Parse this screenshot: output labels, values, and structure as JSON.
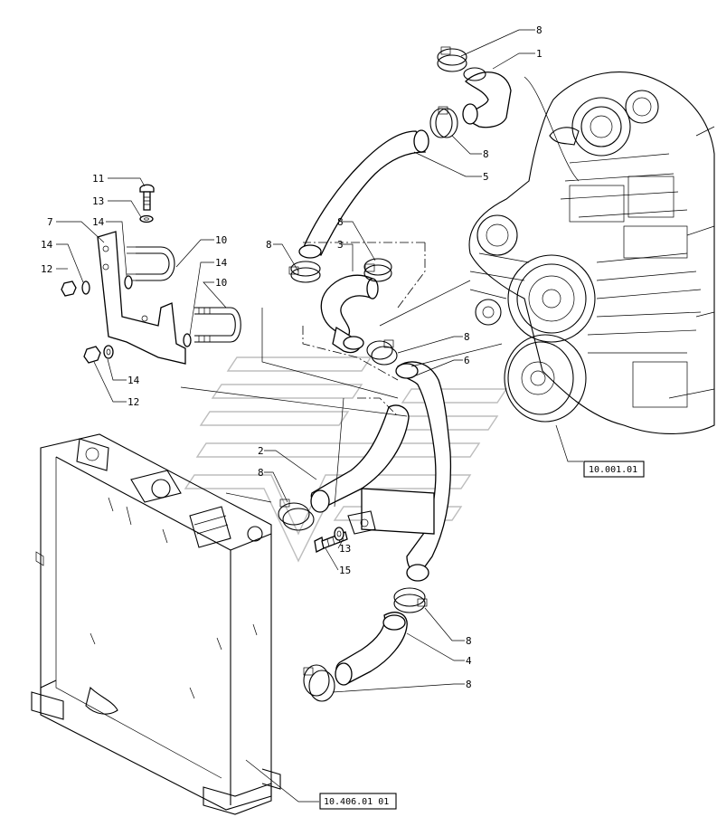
{
  "callouts": [
    {
      "id": "c1",
      "text": "8"
    },
    {
      "id": "c2",
      "text": "1"
    },
    {
      "id": "c3",
      "text": "8"
    },
    {
      "id": "c4",
      "text": "5"
    },
    {
      "id": "c5",
      "text": "11"
    },
    {
      "id": "c6",
      "text": "13"
    },
    {
      "id": "c7",
      "text": "7"
    },
    {
      "id": "c8",
      "text": "14"
    },
    {
      "id": "c9",
      "text": "14"
    },
    {
      "id": "c10",
      "text": "10"
    },
    {
      "id": "c11",
      "text": "12"
    },
    {
      "id": "c12",
      "text": "14"
    },
    {
      "id": "c13",
      "text": "10"
    },
    {
      "id": "c14",
      "text": "14"
    },
    {
      "id": "c15",
      "text": "12"
    },
    {
      "id": "c16",
      "text": "8"
    },
    {
      "id": "c17",
      "text": "8"
    },
    {
      "id": "c18",
      "text": "3"
    },
    {
      "id": "c19",
      "text": "8"
    },
    {
      "id": "c20",
      "text": "6"
    },
    {
      "id": "c21",
      "text": "2"
    },
    {
      "id": "c22",
      "text": "8"
    },
    {
      "id": "c23",
      "text": "13"
    },
    {
      "id": "c24",
      "text": "15"
    },
    {
      "id": "c25",
      "text": "8"
    },
    {
      "id": "c26",
      "text": "4"
    },
    {
      "id": "c27",
      "text": "8"
    }
  ],
  "references": [
    {
      "id": "engine",
      "text": "10.001.01"
    },
    {
      "id": "radiator",
      "text": "10.406.01 01"
    }
  ]
}
